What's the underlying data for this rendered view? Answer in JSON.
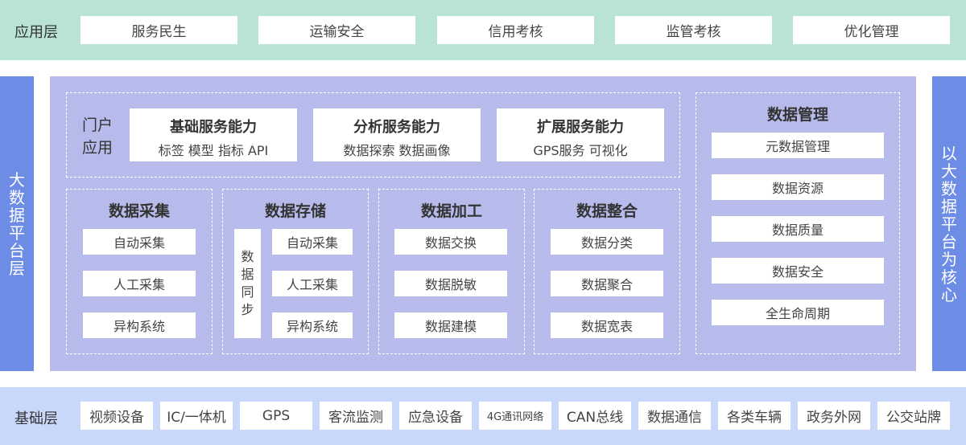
{
  "app_layer": {
    "label": "应用层",
    "items": [
      "服务民生",
      "运输安全",
      "信用考核",
      "监管考核",
      "优化管理"
    ]
  },
  "left_bar": {
    "chars": [
      "大",
      "数",
      "据",
      "平",
      "台",
      "层"
    ]
  },
  "right_bar": {
    "chars": [
      "以",
      "大",
      "数",
      "据",
      "平",
      "台",
      "为",
      "核",
      "心"
    ]
  },
  "platform": {
    "portal": {
      "label_lines": [
        "门户",
        "应用"
      ],
      "capabilities": [
        {
          "title": "基础服务能力",
          "subtitle": "标签 模型 指标 API"
        },
        {
          "title": "分析服务能力",
          "subtitle": "数据探索 数据画像"
        },
        {
          "title": "扩展服务能力",
          "subtitle": "GPS服务 可视化"
        }
      ]
    },
    "groups": [
      {
        "title": "数据采集",
        "items": [
          "自动采集",
          "人工采集",
          "异构系统"
        ]
      },
      {
        "title": "数据存储",
        "side": [
          "数",
          "据",
          "同",
          "步"
        ],
        "items": [
          "自动采集",
          "人工采集",
          "异构系统"
        ]
      },
      {
        "title": "数据加工",
        "items": [
          "数据交换",
          "数据脱敏",
          "数据建模"
        ]
      },
      {
        "title": "数据整合",
        "items": [
          "数据分类",
          "数据聚合",
          "数据宽表"
        ]
      }
    ],
    "management": {
      "title": "数据管理",
      "items": [
        "元数据管理",
        "数据资源",
        "数据质量",
        "数据安全",
        "全生命周期"
      ]
    }
  },
  "base_layer": {
    "label": "基础层",
    "items": [
      "视频设备",
      "IC/一体机",
      "GPS",
      "客流监测",
      "应急设备",
      "4G通讯网络",
      "CAN总线",
      "数据通信",
      "各类车辆",
      "政务外网",
      "公交站牌"
    ]
  },
  "colors": {
    "app_layer_bg": "#b9e4d3",
    "platform_bg": "#b6bbeb",
    "side_bar_bg": "#6c8ce6",
    "base_layer_bg": "#c9d7fb"
  }
}
